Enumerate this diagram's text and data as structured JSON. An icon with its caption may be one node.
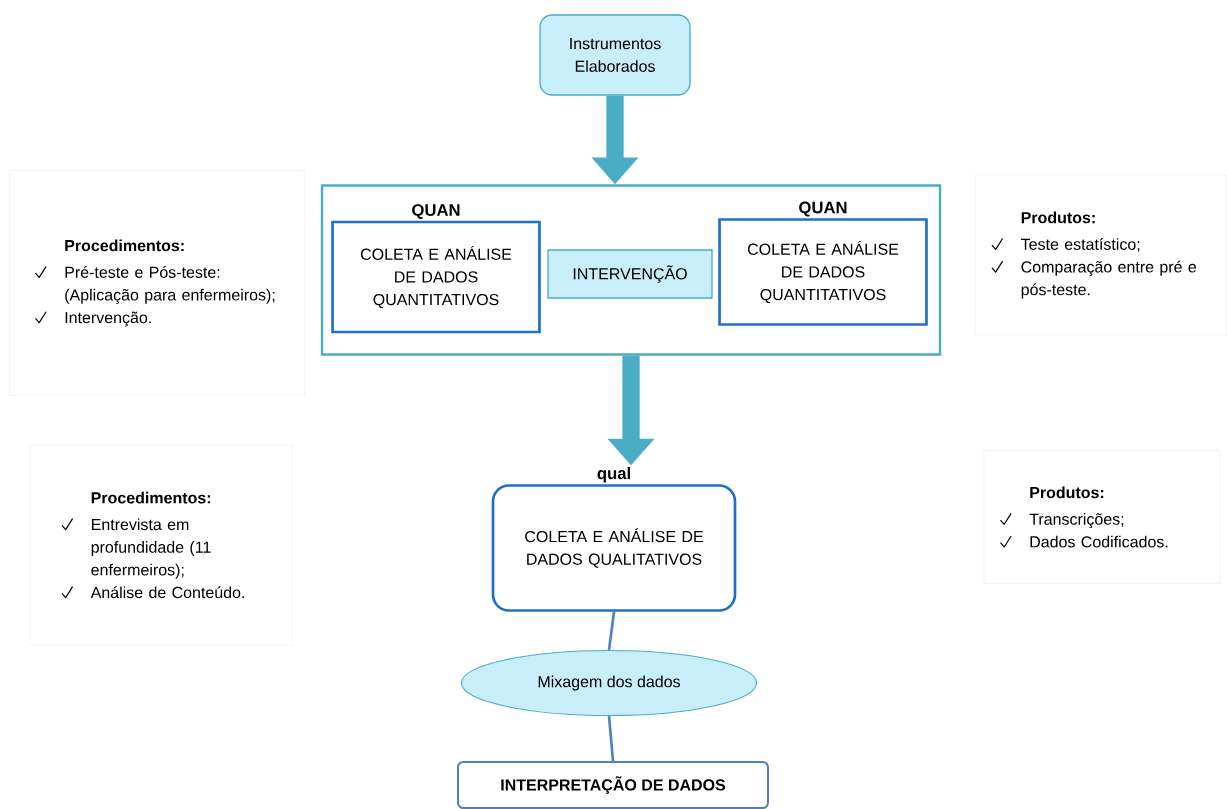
{
  "diagram": {
    "nodes": [
      {
        "text": [
          "Instrumentos Elaborados"
        ]
      },
      {
        "text": [
          "Procedimentos:",
          "Pré-teste e Pós-teste: (Aplicação para enfermeiros);",
          "Intervenção."
        ]
      },
      {
        "text": [],
        "shape": "box"
      },
      {
        "text": [
          "QUAN",
          "COLETA E ANÁLISE DE DADOS QUANTITATIVOS"
        ],
        "in": 2
      },
      {
        "text": [
          "INTERVENÇÃO"
        ],
        "in": 2
      },
      {
        "text": [
          "QUAN",
          "COLETA E ANÁLISE DE DADOS QUANTITATIVOS"
        ],
        "in": 2
      },
      {
        "text": [
          "Produtos:",
          "Teste estatístico;",
          "Comparação entre pré e pós-teste."
        ]
      },
      {
        "text": [
          "Procedimentos:",
          "Entrevista em profundidade (11 enfermeiros);",
          "Análise de Conteúdo."
        ]
      },
      {
        "text": [
          "qual",
          "COLETA E ANÁLISE DE DADOS QUALITATIVOS"
        ]
      },
      {
        "text": [
          "Produtos:",
          "Transcrições;",
          "Dados Codificados."
        ]
      },
      {
        "text": [
          "Mixagem dos dados"
        ]
      },
      {
        "text": [
          "INTERPRETAÇÃO DE DADOS"
        ]
      }
    ],
    "edges": [
      {
        "from": 0,
        "to": 2,
        "arrow": "to",
        "style": "thick",
        "color": "#4bacc6"
      },
      {
        "from": 2,
        "to": 8,
        "arrow": "to",
        "style": "thick",
        "color": "#4bacc6"
      },
      {
        "from": 8,
        "to": 10,
        "arrow": "none"
      },
      {
        "from": 10,
        "to": 11,
        "arrow": "none"
      }
    ]
  }
}
